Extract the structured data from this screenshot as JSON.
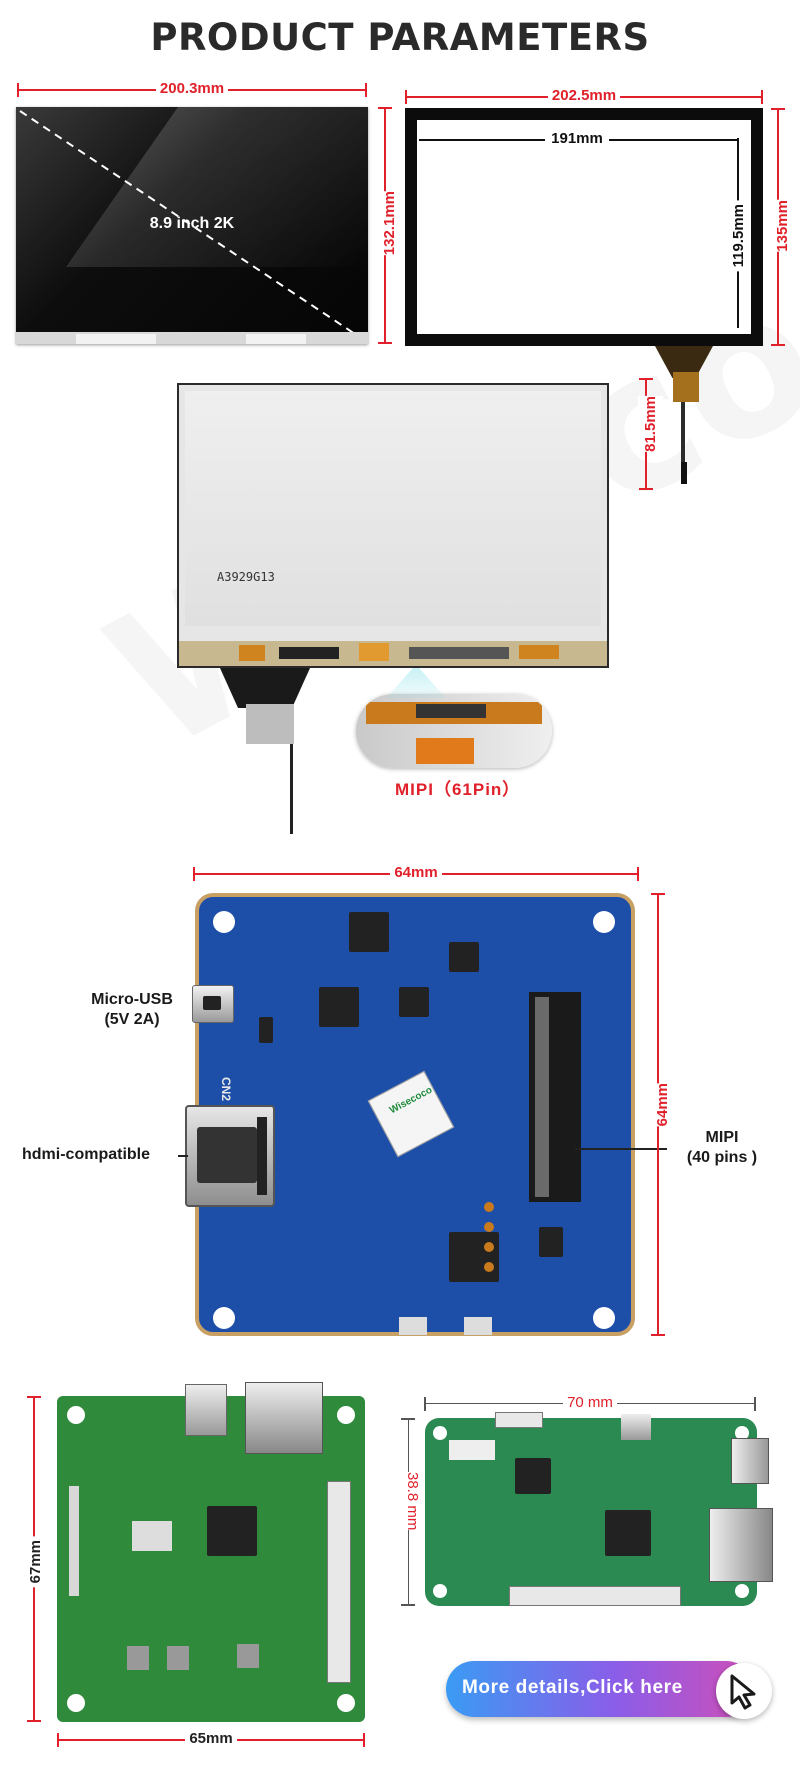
{
  "page_title": "PRODUCT PARAMETERS",
  "display": {
    "width": "200.3mm",
    "height": "132.1mm",
    "screen_label": "8.9 inch 2K",
    "panel_code": "A3929G13",
    "connector_label": "MIPI（61Pin）"
  },
  "touch_panel": {
    "outer_width": "202.5mm",
    "inner_width": "191mm",
    "outer_height": "135mm",
    "inner_height": "119.5mm",
    "cable_length": "81.5mm"
  },
  "blue_board": {
    "width": "64mm",
    "height": "64mm",
    "usb_label_line1": "Micro-USB",
    "usb_label_line2": "(5V 2A)",
    "hdmi_label": "hdmi-compatible",
    "mipi_label_line1": "MIPI",
    "mipi_label_line2": "(40 pins )",
    "cn2_label": "CN2",
    "sticker_text": "Wisecoco"
  },
  "green_board_left": {
    "height": "67mm",
    "width": "65mm"
  },
  "green_board_right": {
    "width": "70 mm",
    "height": "38.8 mm"
  },
  "cta": {
    "label": "More details,Click here"
  },
  "watermark": "Wisecoco",
  "colors": {
    "dimension_red": "#e0202a",
    "blue_pcb": "#1e4fa8",
    "green_pcb": "#2f8a3c",
    "button_start": "#3a9bf4",
    "button_end": "#d04fb8"
  }
}
